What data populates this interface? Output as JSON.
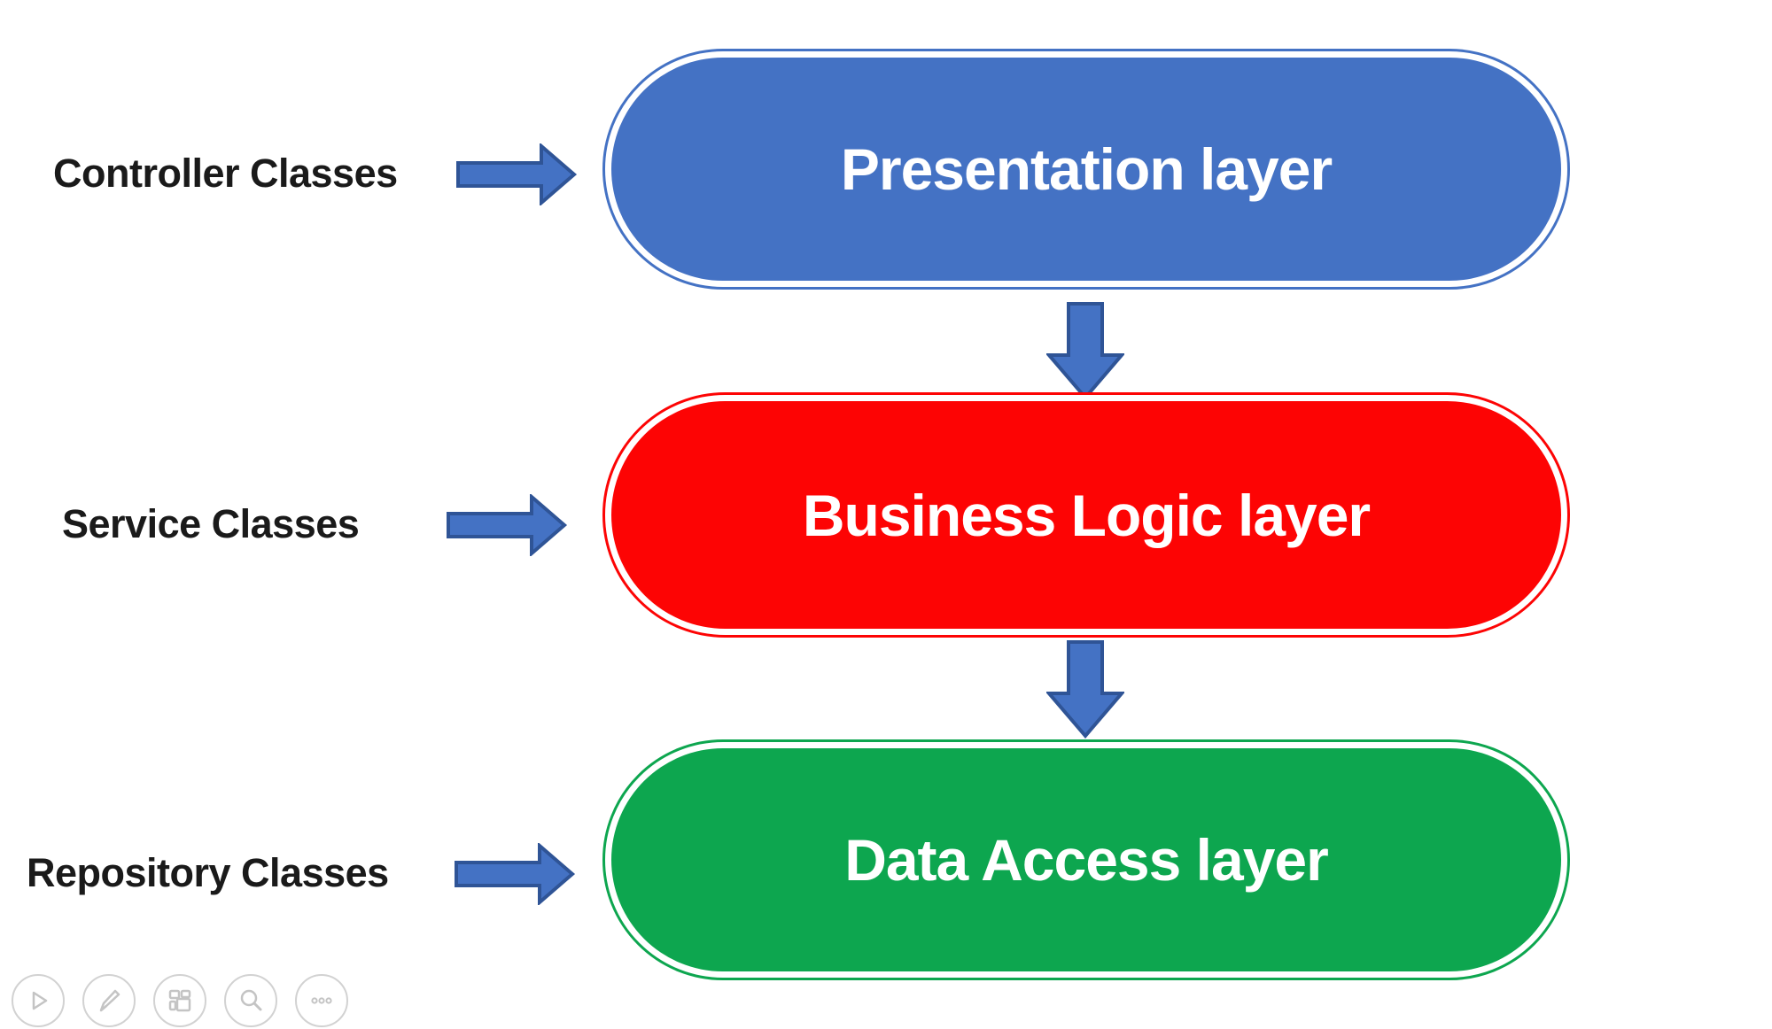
{
  "diagram": {
    "arrow_color": "#4472C4",
    "arrow_outline": "#2F5496",
    "label_color": "#1A1A1A",
    "pill_text_color": "#FFFFFF",
    "rows": [
      {
        "label": "Controller Classes",
        "pill_text": "Presentation layer",
        "pill_color": "#4472C4"
      },
      {
        "label": "Service Classes",
        "pill_text": "Business Logic layer",
        "pill_color": "#FD0404"
      },
      {
        "label": "Repository Classes",
        "pill_text": "Data Access layer",
        "pill_color": "#0DA64F"
      }
    ]
  },
  "toolbar": {
    "buttons": [
      {
        "name": "next-slide",
        "icon": "play-icon"
      },
      {
        "name": "pen-tools",
        "icon": "pen-icon"
      },
      {
        "name": "see-all-slides",
        "icon": "slides-grid-icon"
      },
      {
        "name": "zoom-slide",
        "icon": "magnifier-icon"
      },
      {
        "name": "more-options",
        "icon": "ellipsis-icon"
      }
    ]
  }
}
